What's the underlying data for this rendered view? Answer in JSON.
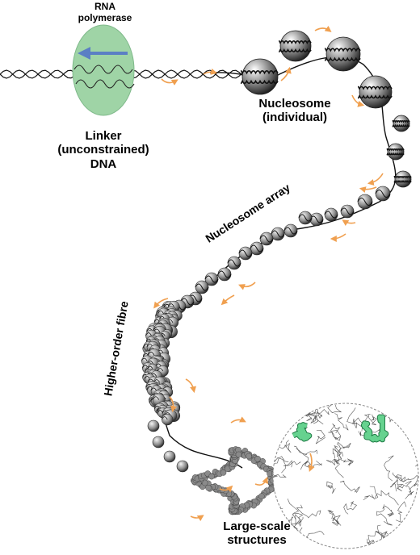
{
  "labels": {
    "rna_polymerase": "RNA\npolymerase",
    "linker_dna": "Linker\n(unconstrained)\nDNA",
    "nucleosome_individual": "Nucleosome\n(individual)",
    "nucleosome_array": "Nucleosome array",
    "higher_order_fibre": "Higher-order fibre",
    "large_scale_structures": "Large-scale\nstructures"
  },
  "colors": {
    "polymerase_fill": "#9fd4a6",
    "polymerase_arrow": "#5b7fc4",
    "supercoil_arrows": "#f0a050",
    "highlight_domains": "#3cb46e",
    "nucleosome_dark": "#2a2a2a",
    "nucleosome_light": "#f2f2f2"
  },
  "icons": [
    "polymerase-ellipse",
    "direction-arrow",
    "supercoiling-arrow",
    "nucleosome-bead",
    "magnified-circle"
  ]
}
